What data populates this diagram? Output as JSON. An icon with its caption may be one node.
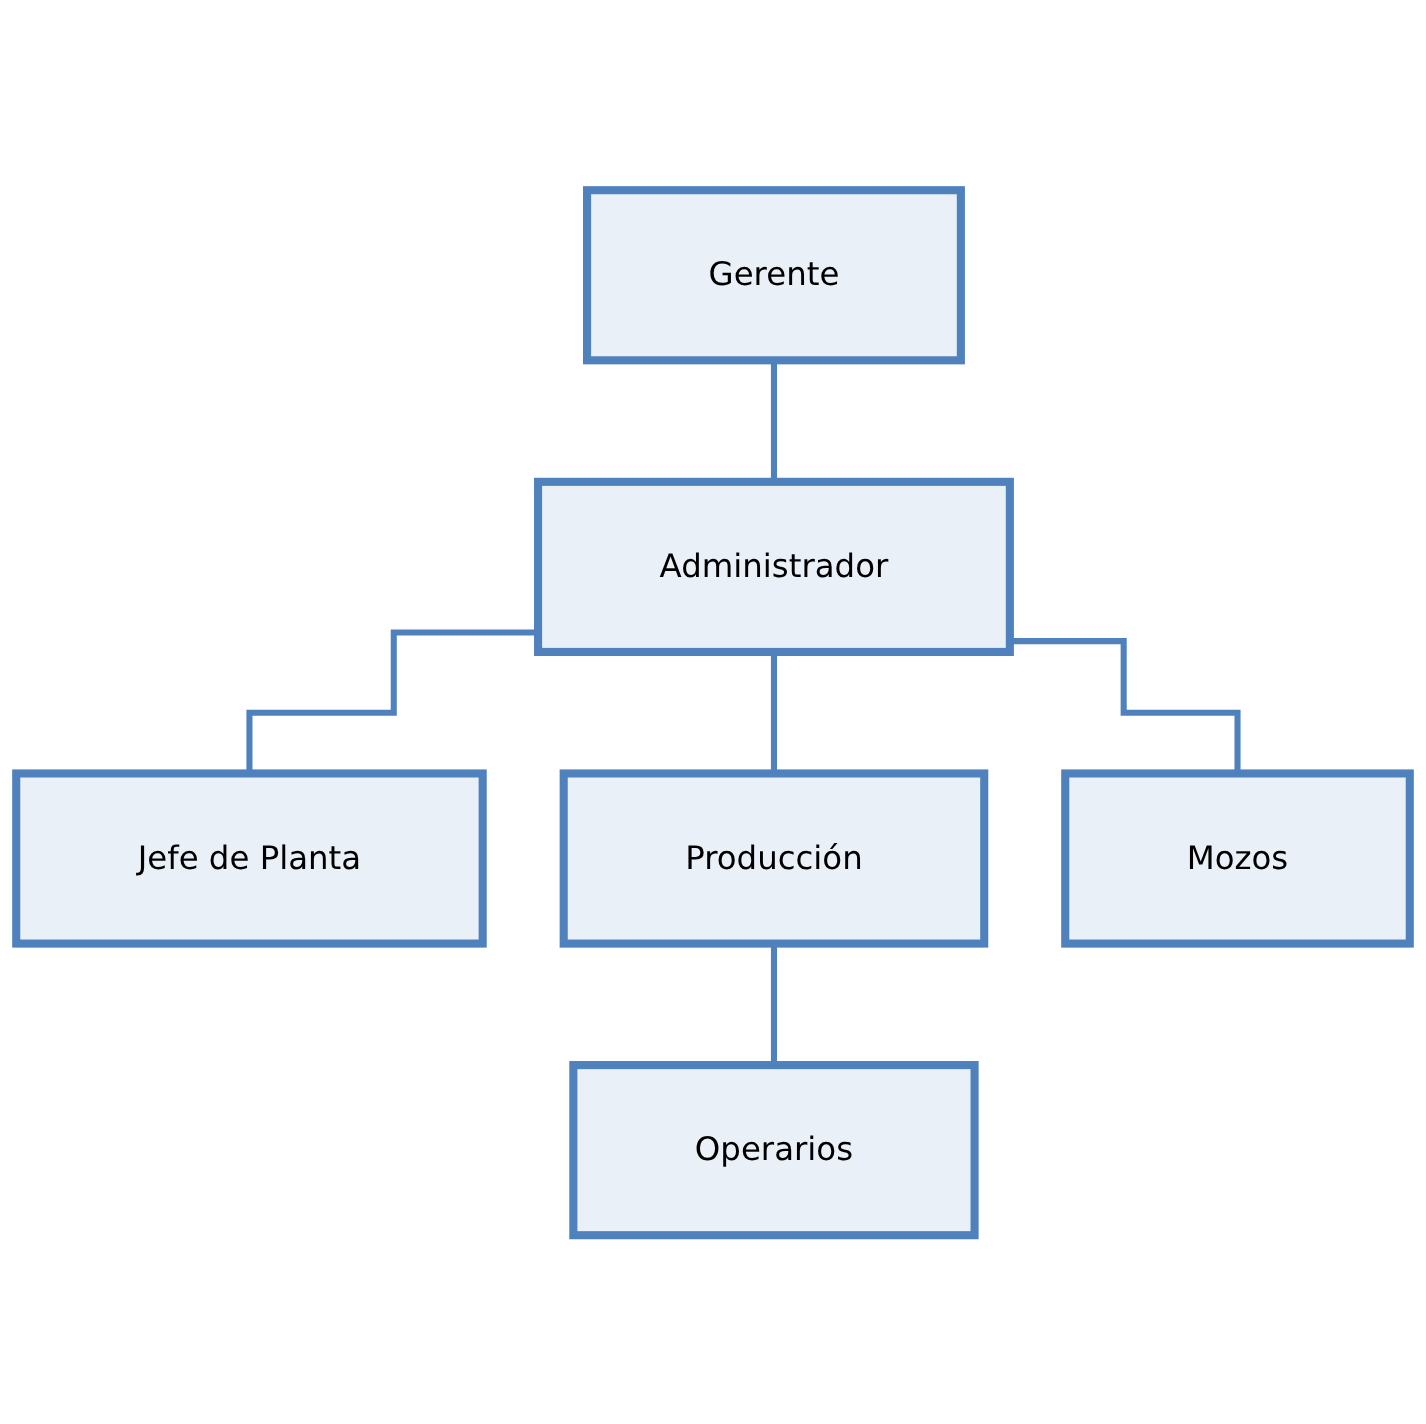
{
  "diagram": {
    "nodes": [
      {
        "text": [
          "Gerente"
        ]
      },
      {
        "text": [
          "Administrador"
        ]
      },
      {
        "text": [
          "Jefe de Planta"
        ]
      },
      {
        "text": [
          "Producción"
        ]
      },
      {
        "text": [
          "Mozos"
        ]
      },
      {
        "text": [
          "Operarios"
        ]
      }
    ],
    "edges": [
      {
        "from": 0,
        "to": 1,
        "arrow": "none"
      },
      {
        "from": 1,
        "to": 2,
        "arrow": "none"
      },
      {
        "from": 1,
        "to": 3,
        "arrow": "none"
      },
      {
        "from": 1,
        "to": 4,
        "arrow": "none"
      },
      {
        "from": 3,
        "to": 5,
        "arrow": "none"
      }
    ]
  }
}
